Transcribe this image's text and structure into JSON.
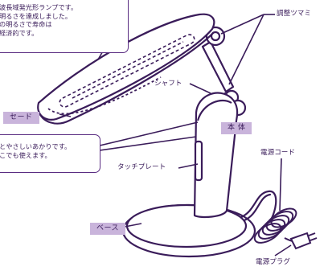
{
  "colors": {
    "ink": "#3a1c5a",
    "outline": "#5a2d82",
    "tag_fill": "#c9b4db"
  },
  "callout_top": {
    "lines": [
      "波長域発光形ランプです。",
      "明るさを達成しました。",
      "の明るさで寿命は",
      "経済的です。"
    ]
  },
  "callout_mid": {
    "lines": [
      "とやさしいあかりです。",
      "こでも使えます。"
    ]
  },
  "labels": {
    "knob": "調整ツマミ",
    "shaft": "シャフト",
    "shade": "セード",
    "body": "本 体",
    "touch_plate": "タッチプレート",
    "power_cord": "電源コード",
    "base": "ベース",
    "power_plug": "電源プラグ"
  }
}
